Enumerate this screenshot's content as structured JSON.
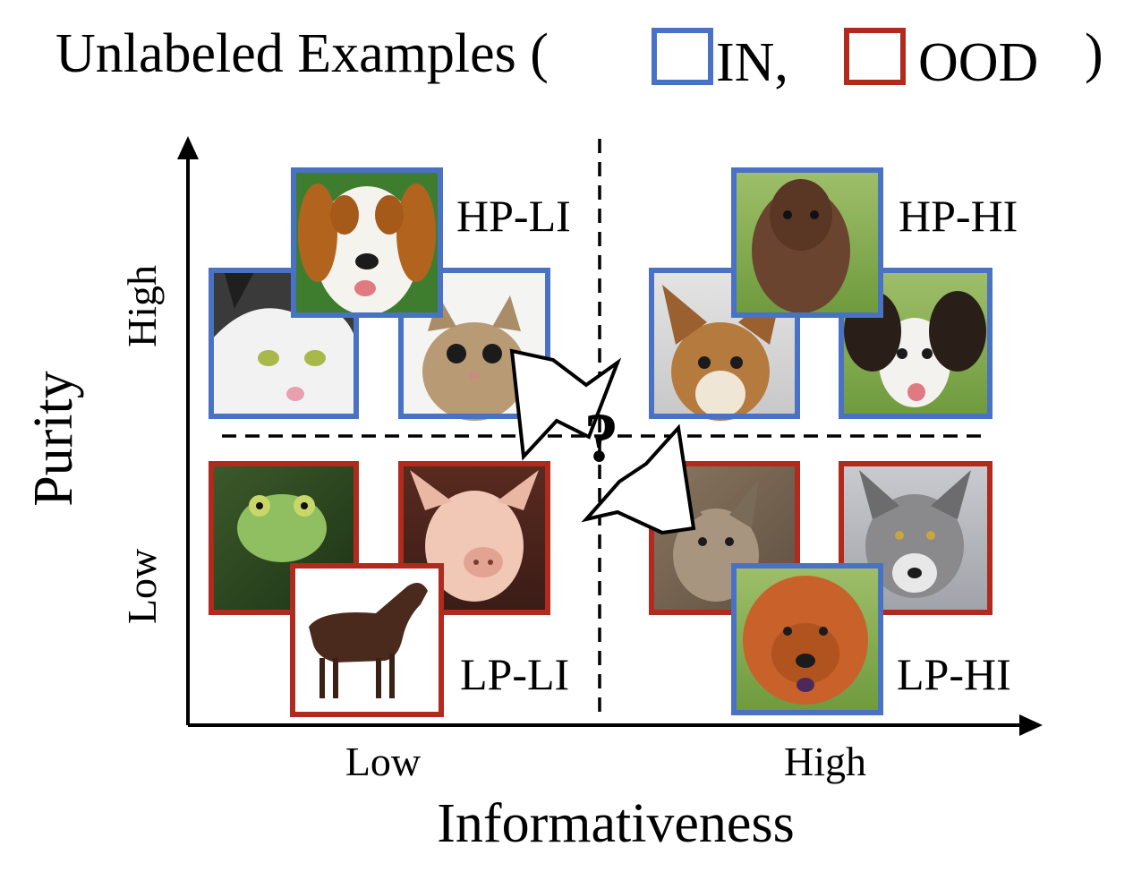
{
  "title": {
    "prefix": "Unlabeled Examples (",
    "in_label": "IN,",
    "ood_label": "OOD",
    "suffix": ")"
  },
  "axes": {
    "x_title": "Informativeness",
    "y_title": "Purity",
    "x_ticks": [
      "Low",
      "High"
    ],
    "y_ticks": [
      "High",
      "Low"
    ]
  },
  "quadrants": {
    "hp_li": "HP-LI",
    "hp_hi": "HP-HI",
    "lp_li": "LP-LI",
    "lp_hi": "LP-HI"
  },
  "question_mark": "?",
  "colors": {
    "in_border": "#4a72c4",
    "ood_border": "#b02a1e",
    "axis": "#000000",
    "divider": "#000000"
  },
  "images": {
    "hp_li": [
      {
        "animal": "cat",
        "set": "IN"
      },
      {
        "animal": "dog",
        "set": "IN"
      },
      {
        "animal": "cat",
        "set": "IN"
      }
    ],
    "hp_hi": [
      {
        "animal": "dog",
        "set": "IN"
      },
      {
        "animal": "dog",
        "set": "IN"
      },
      {
        "animal": "dog",
        "set": "IN"
      }
    ],
    "lp_li": [
      {
        "animal": "frog",
        "set": "OOD"
      },
      {
        "animal": "pig",
        "set": "OOD"
      },
      {
        "animal": "horse",
        "set": "OOD"
      }
    ],
    "lp_hi": [
      {
        "animal": "lynx",
        "set": "OOD"
      },
      {
        "animal": "wolf",
        "set": "OOD"
      },
      {
        "animal": "dog",
        "set": "IN"
      }
    ]
  }
}
